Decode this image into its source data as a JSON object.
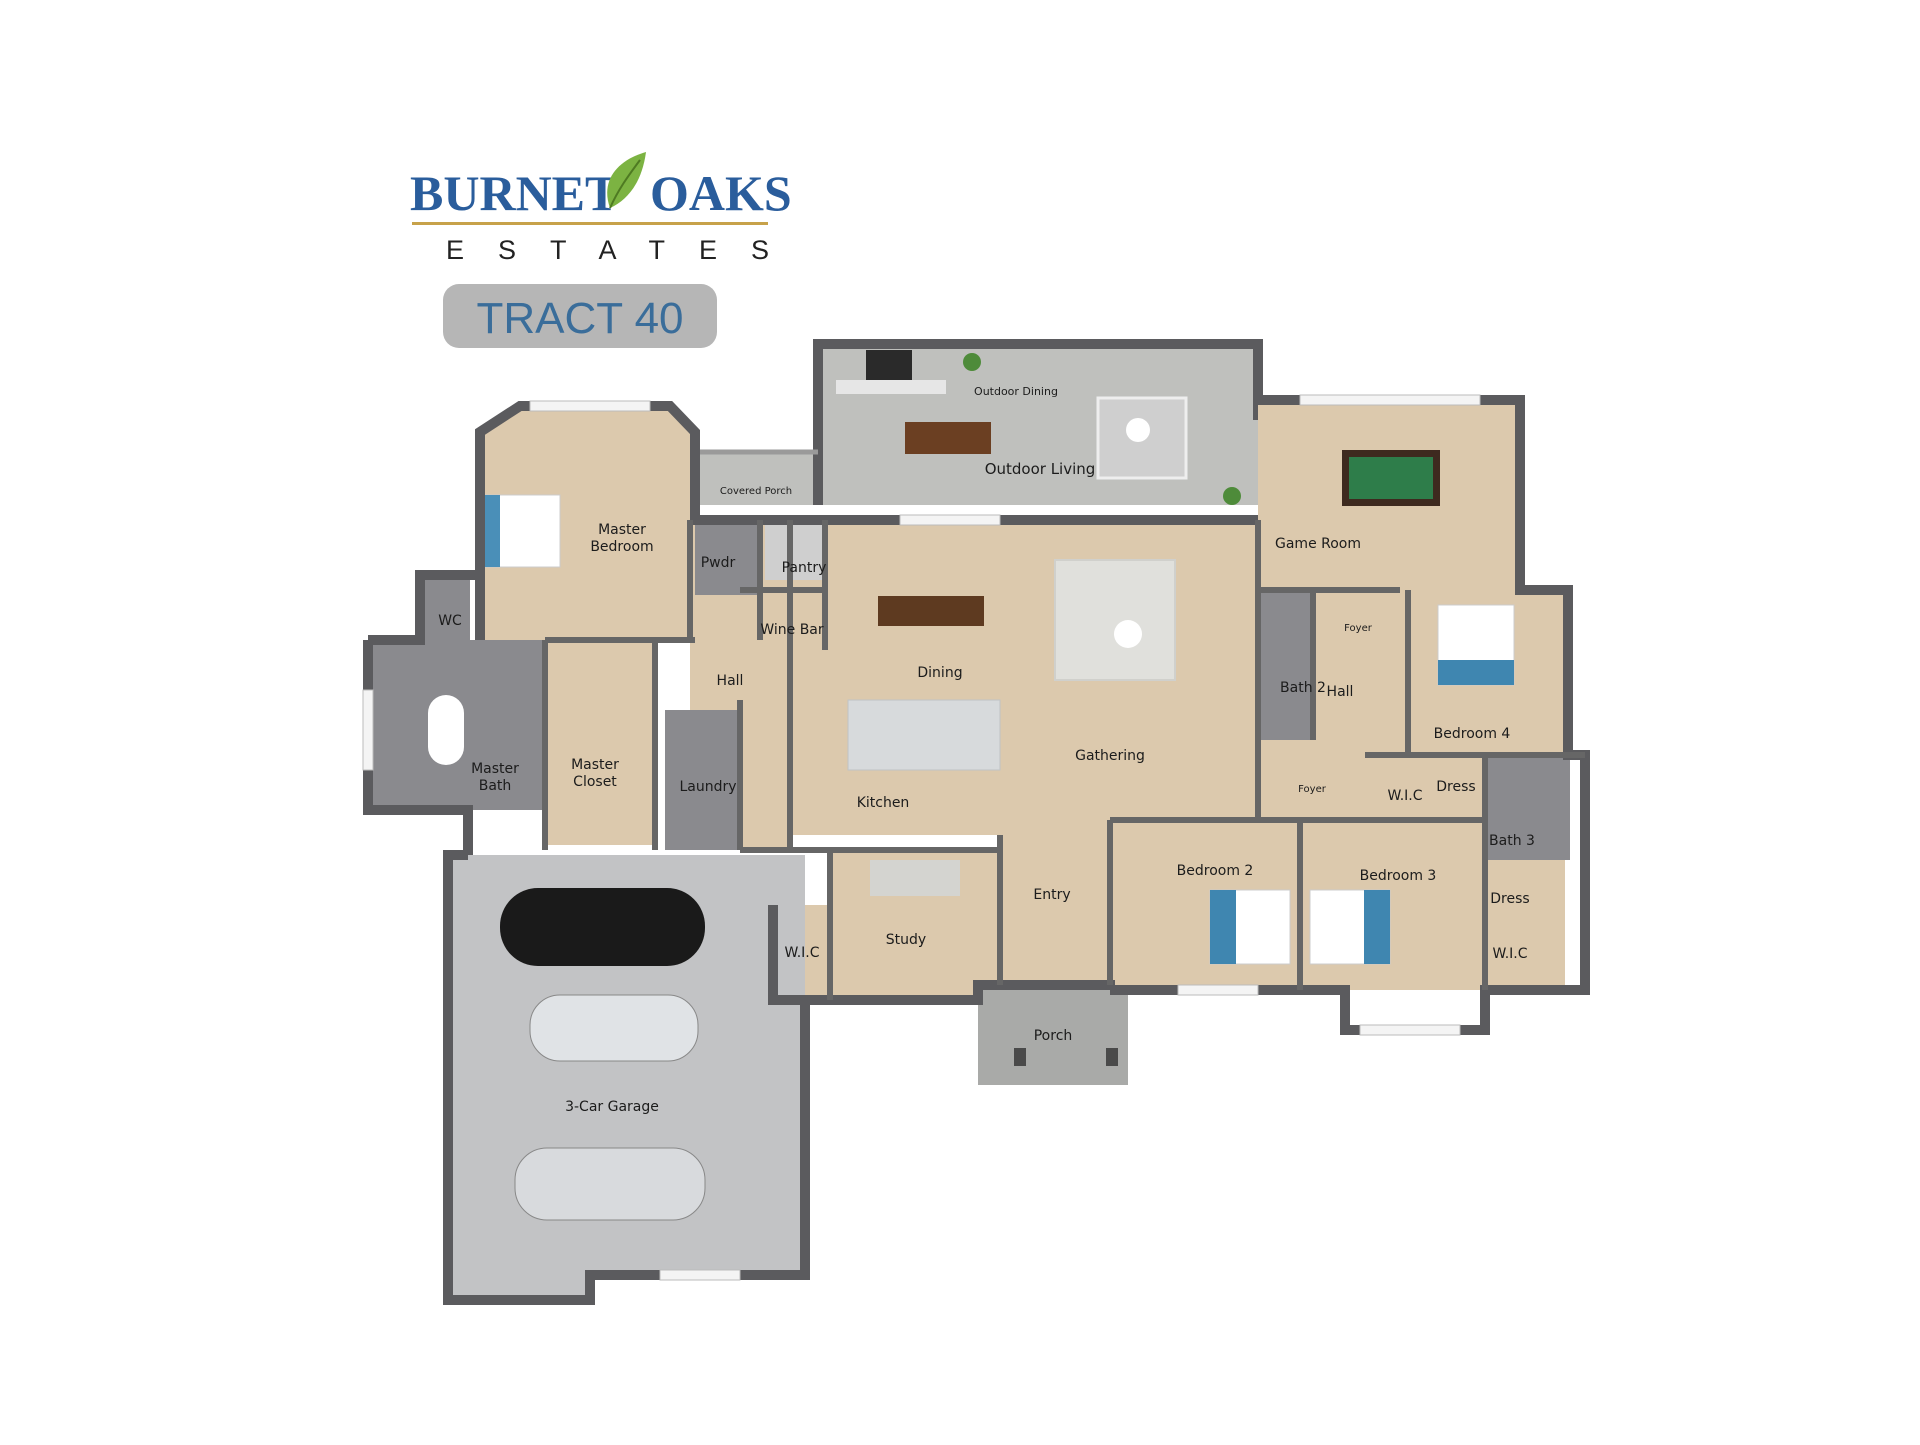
{
  "logo": {
    "word1": "BURNET",
    "word2": "OAKS",
    "sub": "ESTATES",
    "leaf_icon": "leaf-icon",
    "brand_blue": "#2a5d9c",
    "leaf_green": "#7cb342",
    "rule_gold": "#c7a24a"
  },
  "badge": {
    "label": "TRACT 40",
    "bg": "#b6b6b6",
    "text_color": "#3a6d9a"
  },
  "rooms": {
    "outdoor_dining": "Outdoor Dining",
    "outdoor_living": "Outdoor Living",
    "covered_porch": "Covered Porch",
    "master_bedroom_1": "Master",
    "master_bedroom_2": "Bedroom",
    "pwdr": "Pwdr",
    "pantry": "Pantry",
    "wine_bar": "Wine Bar",
    "wc": "WC",
    "dining": "Dining",
    "hall_left": "Hall",
    "master_bath_1": "Master",
    "master_bath_2": "Bath",
    "master_closet_1": "Master",
    "master_closet_2": "Closet",
    "laundry": "Laundry",
    "kitchen": "Kitchen",
    "gathering": "Gathering",
    "game_room": "Game Room",
    "foyer_top": "Foyer",
    "bath2": "Bath 2",
    "hall_right": "Hall",
    "bedroom4": "Bedroom 4",
    "foyer_bottom": "Foyer",
    "wic_right": "W.I.C",
    "dress_top": "Dress",
    "bath3": "Bath 3",
    "bedroom2": "Bedroom 2",
    "bedroom3": "Bedroom 3",
    "dress_bottom": "Dress",
    "wic_bottom_right": "W.I.C",
    "entry": "Entry",
    "study": "Study",
    "wic_left": "W.I.C",
    "porch": "Porch",
    "garage": "3-Car Garage"
  }
}
